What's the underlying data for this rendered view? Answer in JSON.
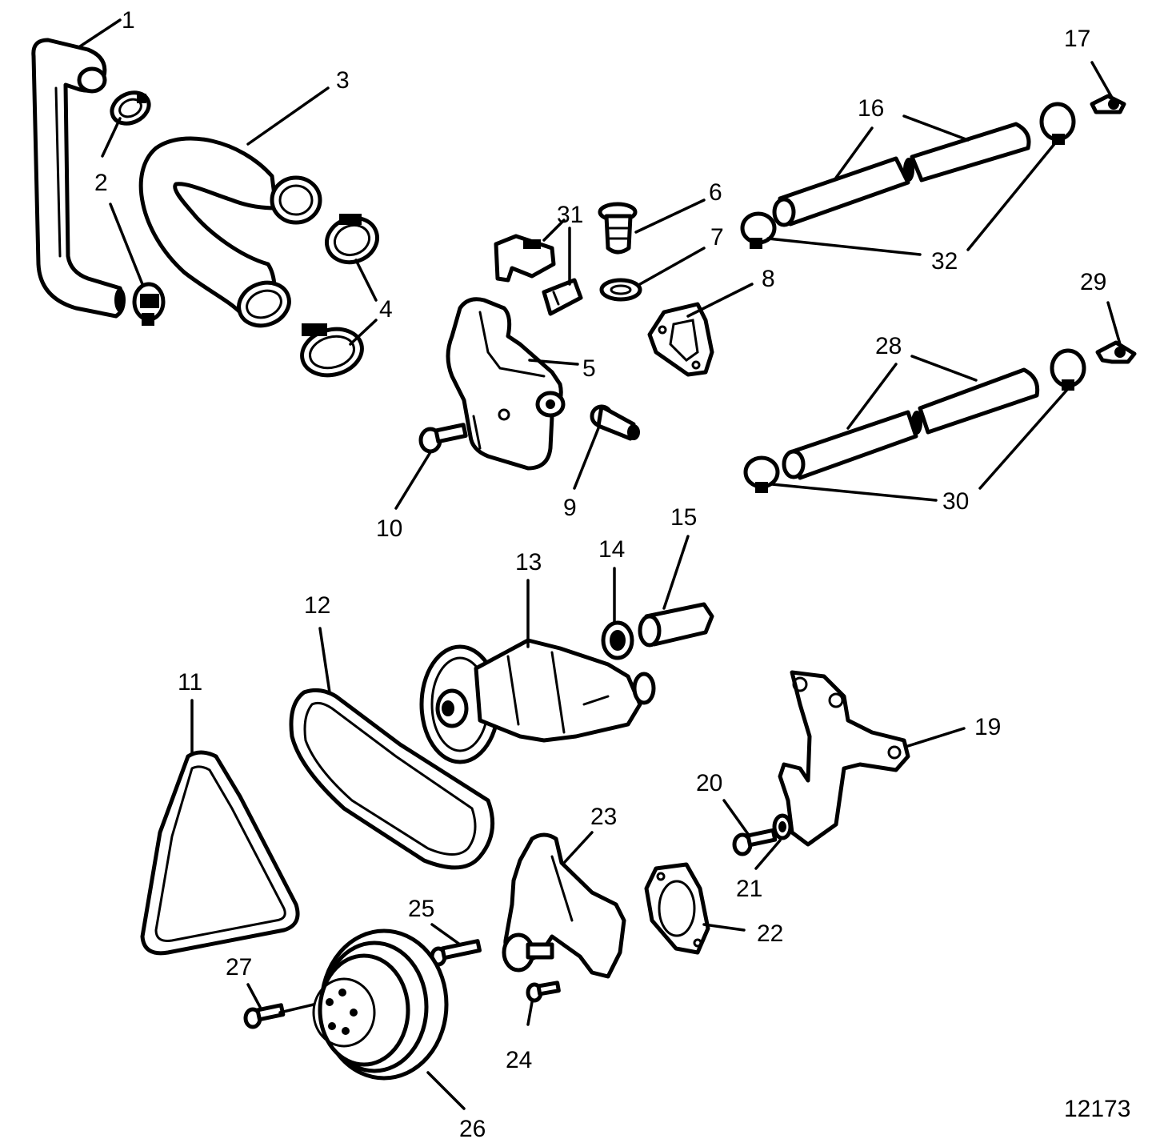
{
  "figure_number": "12173",
  "callouts": [
    "1",
    "2",
    "3",
    "4",
    "5",
    "6",
    "7",
    "8",
    "9",
    "10",
    "11",
    "12",
    "13",
    "14",
    "15",
    "16",
    "17",
    "19",
    "20",
    "21",
    "22",
    "23",
    "24",
    "25",
    "26",
    "27",
    "28",
    "29",
    "30",
    "31",
    "32"
  ],
  "colors": {
    "line": "#000000",
    "background": "#ffffff"
  }
}
